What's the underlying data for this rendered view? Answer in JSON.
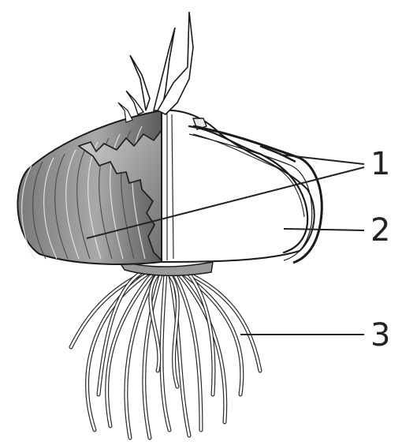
{
  "diagram": {
    "labels": [
      {
        "id": "label-1",
        "text": "1"
      },
      {
        "id": "label-2",
        "text": "2"
      },
      {
        "id": "label-3",
        "text": "3"
      }
    ]
  }
}
